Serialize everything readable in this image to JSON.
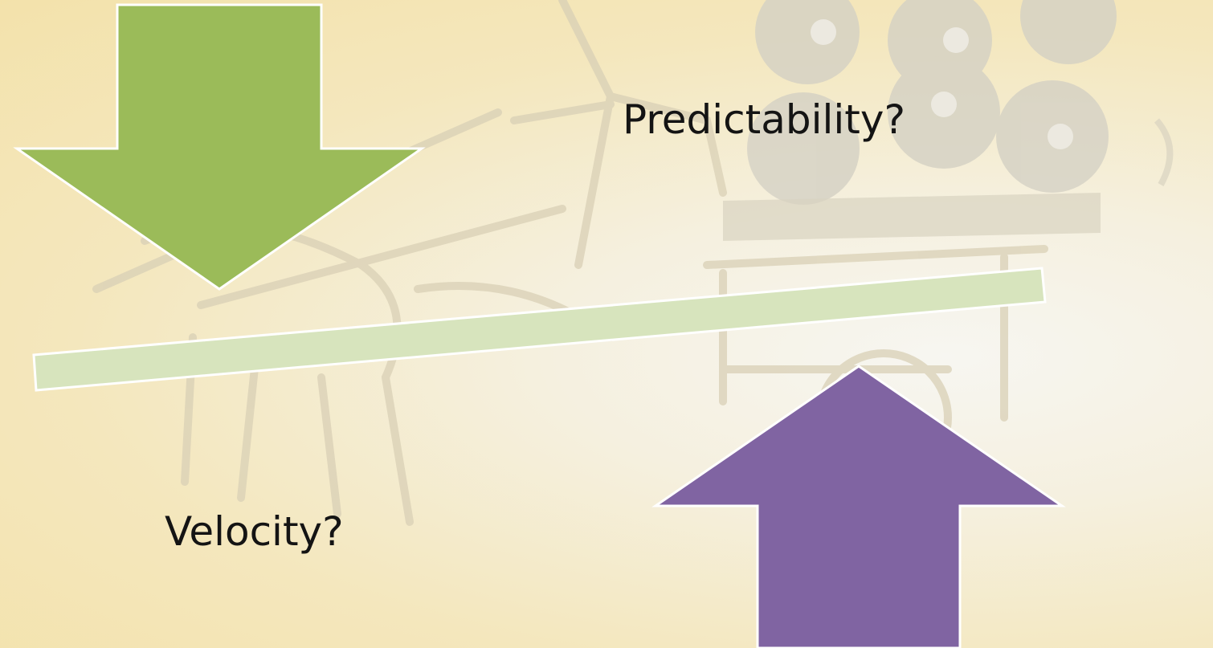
{
  "slide": {
    "background_image": "faded-sketch-of-horse-drawn-cart-with-driver-and-barrels",
    "labels": {
      "top": "Predictability?",
      "bottom": "Velocity?"
    },
    "colors": {
      "down_arrow": "#9bbb59",
      "up_arrow": "#8064a2",
      "beam": "#d7e4bd",
      "outline": "#ffffff",
      "background": "#f4e7bd"
    },
    "icons": {
      "down_arrow": "arrow-down-icon",
      "up_arrow": "arrow-up-icon"
    }
  }
}
